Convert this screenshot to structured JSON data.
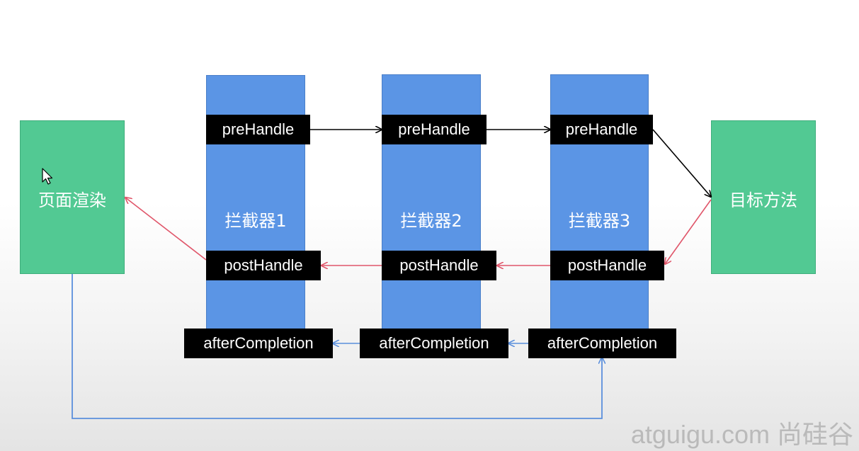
{
  "left_box": {
    "label": "页面渲染"
  },
  "right_box": {
    "label": "目标方法"
  },
  "interceptors": [
    {
      "label": "拦截器1",
      "pre": "preHandle",
      "post": "postHandle",
      "after": "afterCompletion"
    },
    {
      "label": "拦截器2",
      "pre": "preHandle",
      "post": "postHandle",
      "after": "afterCompletion"
    },
    {
      "label": "拦截器3",
      "pre": "preHandle",
      "post": "postHandle",
      "after": "afterCompletion"
    }
  ],
  "watermark": "atguigu.com 尚硅谷",
  "colors": {
    "interceptor": "#5b95e5",
    "side_box": "#52c993",
    "pre_arrow": "#000000",
    "post_arrow": "#e0566a",
    "after_arrow": "#5b8fdc"
  },
  "icons": {
    "cursor": "mouse-pointer-icon"
  }
}
